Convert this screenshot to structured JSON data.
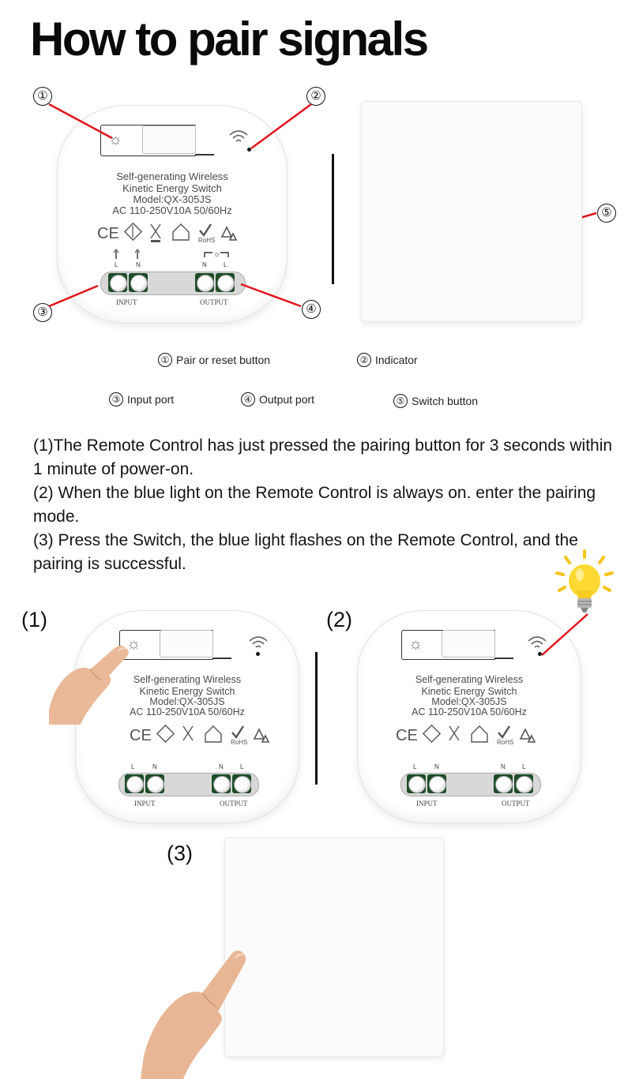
{
  "title": "How to pair signals",
  "device": {
    "line1": "Self-generating Wireless",
    "line2": "Kinetic Energy Switch",
    "line3": "Model:QX-305JS",
    "line4": "AC 110-250V10A 50/60Hz",
    "rohs": "RoHS",
    "input_label": "INPUT",
    "output_label": "OUTPUT",
    "pin_l": "L",
    "pin_n": "N"
  },
  "callouts": {
    "c1": "①",
    "c2": "②",
    "c3": "③",
    "c4": "④",
    "c5": "⑤"
  },
  "legend": {
    "item1": {
      "num": "①",
      "text": "Pair or reset button"
    },
    "item2": {
      "num": "②",
      "text": "Indicator"
    },
    "item3": {
      "num": "③",
      "text": "Input port"
    },
    "item4": {
      "num": "④",
      "text": "Output port"
    },
    "item5": {
      "num": "⑤",
      "text": "Switch button"
    }
  },
  "steps": {
    "s1": "(1)The Remote Control has just pressed the pairing button for 3 seconds within 1 minute of power-on.",
    "s2": "(2) When the blue light on the Remote Control is always on. enter the pairing mode.",
    "s3": "(3) Press the Switch, the blue light flashes on the Remote Control, and the pairing is successful."
  },
  "step_labels": {
    "l1": "(1)",
    "l2": "(2)",
    "l3": "(3)"
  }
}
